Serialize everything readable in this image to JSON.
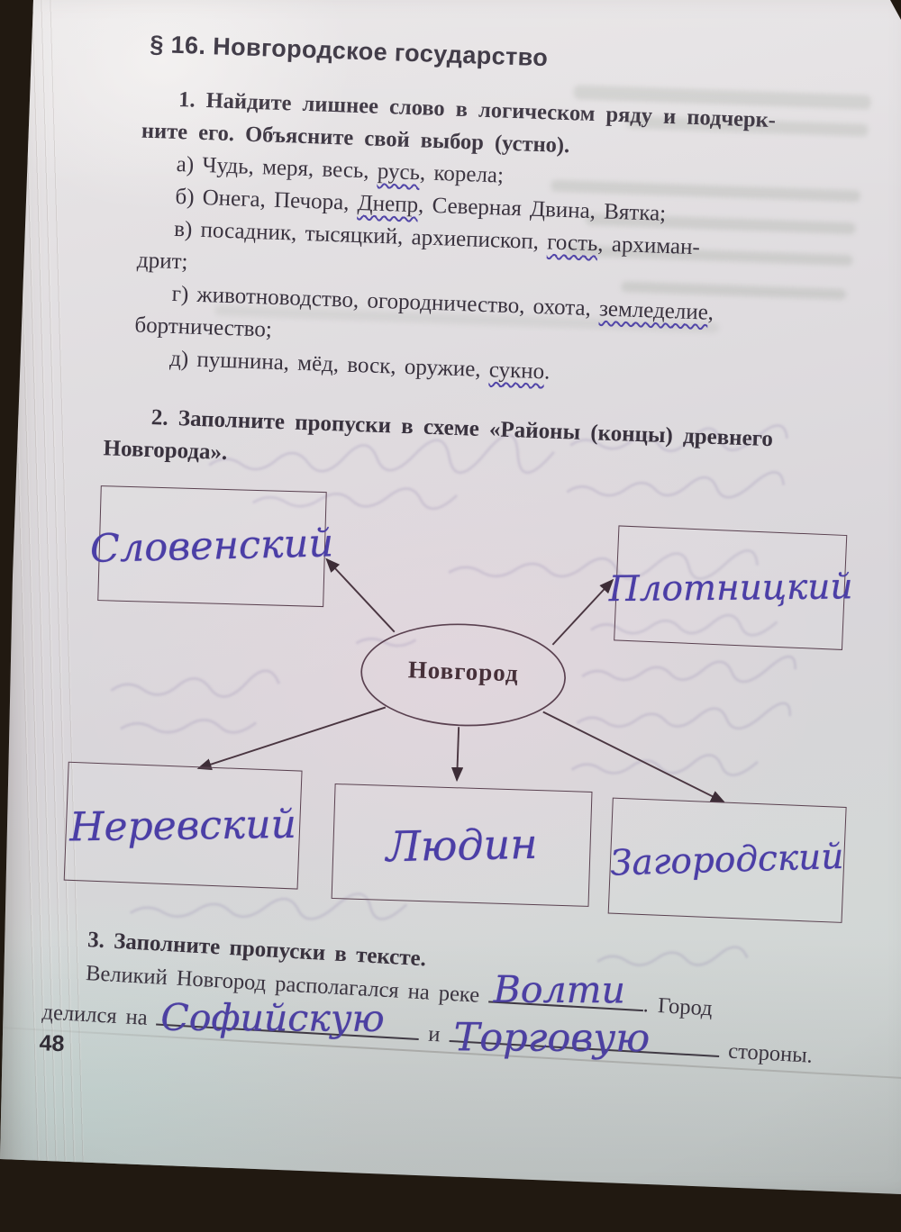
{
  "colors": {
    "ink_blue": "#4b3ea6",
    "print_dark": "#39323e",
    "diagram_line": "#5a4150"
  },
  "page": {
    "number": "48",
    "heading": "§ 16. Новгородское государство"
  },
  "task1": {
    "title": [
      "1. Найдите лишнее слово в логическом ряду и подчерк-",
      "ните его. Объясните свой выбор (устно)."
    ],
    "lines": [
      {
        "indent": true,
        "segments": [
          {
            "t": "а) Чудь, меря, весь, "
          },
          {
            "t": "русь",
            "u": true
          },
          {
            "t": ", корела;"
          }
        ]
      },
      {
        "indent": true,
        "segments": [
          {
            "t": "б) Онега, Печора, "
          },
          {
            "t": "Днепр",
            "u": true
          },
          {
            "t": ", Северная Двина, Вятка;"
          }
        ]
      },
      {
        "indent": true,
        "segments": [
          {
            "t": "в) посадник, тысяцкий, архиепископ, "
          },
          {
            "t": "гость",
            "u": true
          },
          {
            "t": ", архиман-"
          }
        ]
      },
      {
        "indent": false,
        "segments": [
          {
            "t": "дрит;"
          }
        ]
      },
      {
        "indent": true,
        "segments": [
          {
            "t": "г) животноводство, огородничество, охота, "
          },
          {
            "t": "земледелие",
            "u": true
          },
          {
            "t": ","
          }
        ]
      },
      {
        "indent": false,
        "segments": [
          {
            "t": "бортничество;"
          }
        ]
      },
      {
        "indent": true,
        "segments": [
          {
            "t": "д) пушнина, мёд, воск, оружие, "
          },
          {
            "t": "сукно",
            "u": true
          },
          {
            "t": "."
          }
        ]
      }
    ]
  },
  "task2": {
    "title": [
      "2. Заполните пропуски в схеме «Районы (концы) древнего",
      "Новгорода»."
    ],
    "diagram": {
      "center": "Новгород",
      "boxes": [
        {
          "position": "top-left",
          "answer": "Словенский"
        },
        {
          "position": "top-right",
          "answer": "Плотницкий"
        },
        {
          "position": "bottom-left",
          "answer": "Неревский"
        },
        {
          "position": "bottom-middle",
          "answer": "Людин"
        },
        {
          "position": "bottom-right",
          "answer": "Загородский"
        }
      ]
    }
  },
  "task3": {
    "title": "3. Заполните пропуски в тексте.",
    "line1": {
      "before": "Великий Новгород располагался на реке",
      "answer1": "Волти",
      "after": ". Город"
    },
    "line2": {
      "p1": "делился на",
      "answer2": "Софийскую",
      "p2": "и",
      "answer3": "Торговую",
      "p3": "стороны."
    }
  }
}
